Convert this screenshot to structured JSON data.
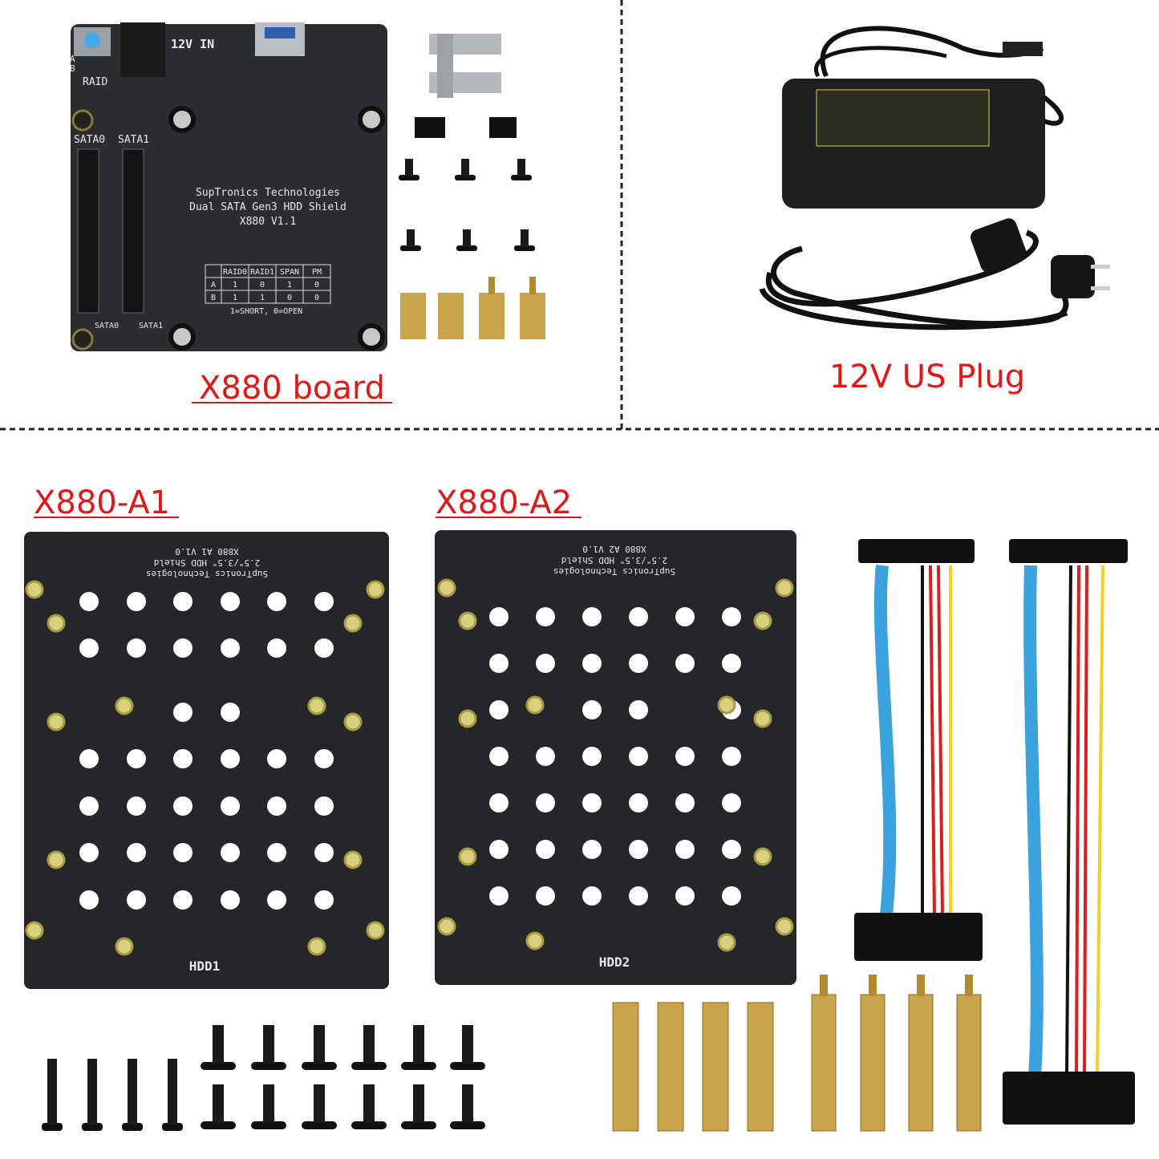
{
  "captions": {
    "board": "X880 board",
    "plug": "12V US Plug",
    "a1": "X880-A1",
    "a2": "X880-A2"
  },
  "x880_board": {
    "power_label": "12V IN",
    "jumper_a": "A",
    "jumper_b": "B",
    "raid_label": "RAID",
    "sata0": "SATA0",
    "sata1": "SATA1",
    "led_sata0": "SATA0",
    "led_sata1": "SATA1",
    "line1": "SupTronics Technologies",
    "line2": "Dual SATA Gen3 HDD Shield",
    "line3": "X880 V1.1",
    "table": {
      "headers": [
        "",
        "RAID0",
        "RAID1",
        "SPAN",
        "PM"
      ],
      "rows": [
        [
          "A",
          "1",
          "0",
          "1",
          "0"
        ],
        [
          "B",
          "1",
          "1",
          "0",
          "0"
        ]
      ],
      "note": "1=SHORT, 0=OPEN"
    }
  },
  "a1_board": {
    "line1": "SupTronics Technologies",
    "line2": "2.5\"/3.5\" HDD Shield",
    "line3": "X880 A1 V1.0",
    "hdd": "HDD1"
  },
  "a2_board": {
    "line1": "SupTronics Technologies",
    "line2": "2.5\"/3.5\" HDD Shield",
    "line3": "X880 A2 V1.0",
    "hdd": "HDD2"
  },
  "colors": {
    "caption": "#e01818",
    "pcb": "#26282b",
    "brass": "#c9a44a",
    "sata_blue": "#3aa2dc"
  }
}
